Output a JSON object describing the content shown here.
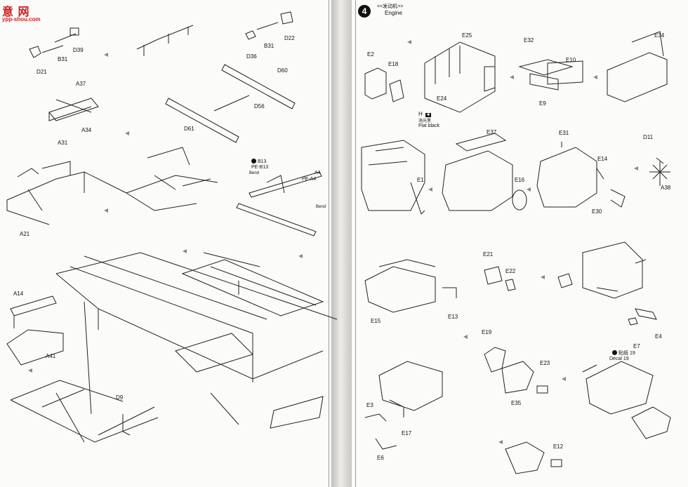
{
  "watermark": {
    "line1": "意 网",
    "line2": "ypp-shou.com"
  },
  "left_page": {
    "labels": [
      "D21",
      "B31",
      "D39",
      "D36",
      "B31",
      "D22",
      "D60",
      "D56",
      "D61",
      "A37",
      "A34",
      "A31",
      "B13",
      "PE-B13",
      "Bend",
      "A4",
      "PE-A4",
      "Bend",
      "A21",
      "A14",
      "A41",
      "D9"
    ]
  },
  "right_page": {
    "step_number": "4",
    "step_title_cn": "<<发动机>>",
    "step_title_en": "Engine",
    "paint": {
      "code": "H",
      "note_cn": "消光黑",
      "note_en": "Flat black"
    },
    "labels": [
      "E2",
      "E18",
      "E25",
      "E24",
      "E32",
      "E10",
      "E9",
      "E34",
      "E37",
      "E1",
      "E16",
      "E31",
      "E14",
      "D11",
      "E30",
      "A38",
      "E21",
      "E22",
      "E15",
      "E13",
      "E7",
      "E4",
      "E19",
      "E23",
      "E3",
      "E35",
      "E17",
      "E6",
      "E12"
    ],
    "decal": {
      "cn": "贴纸 19",
      "en": "Decal 19"
    }
  }
}
